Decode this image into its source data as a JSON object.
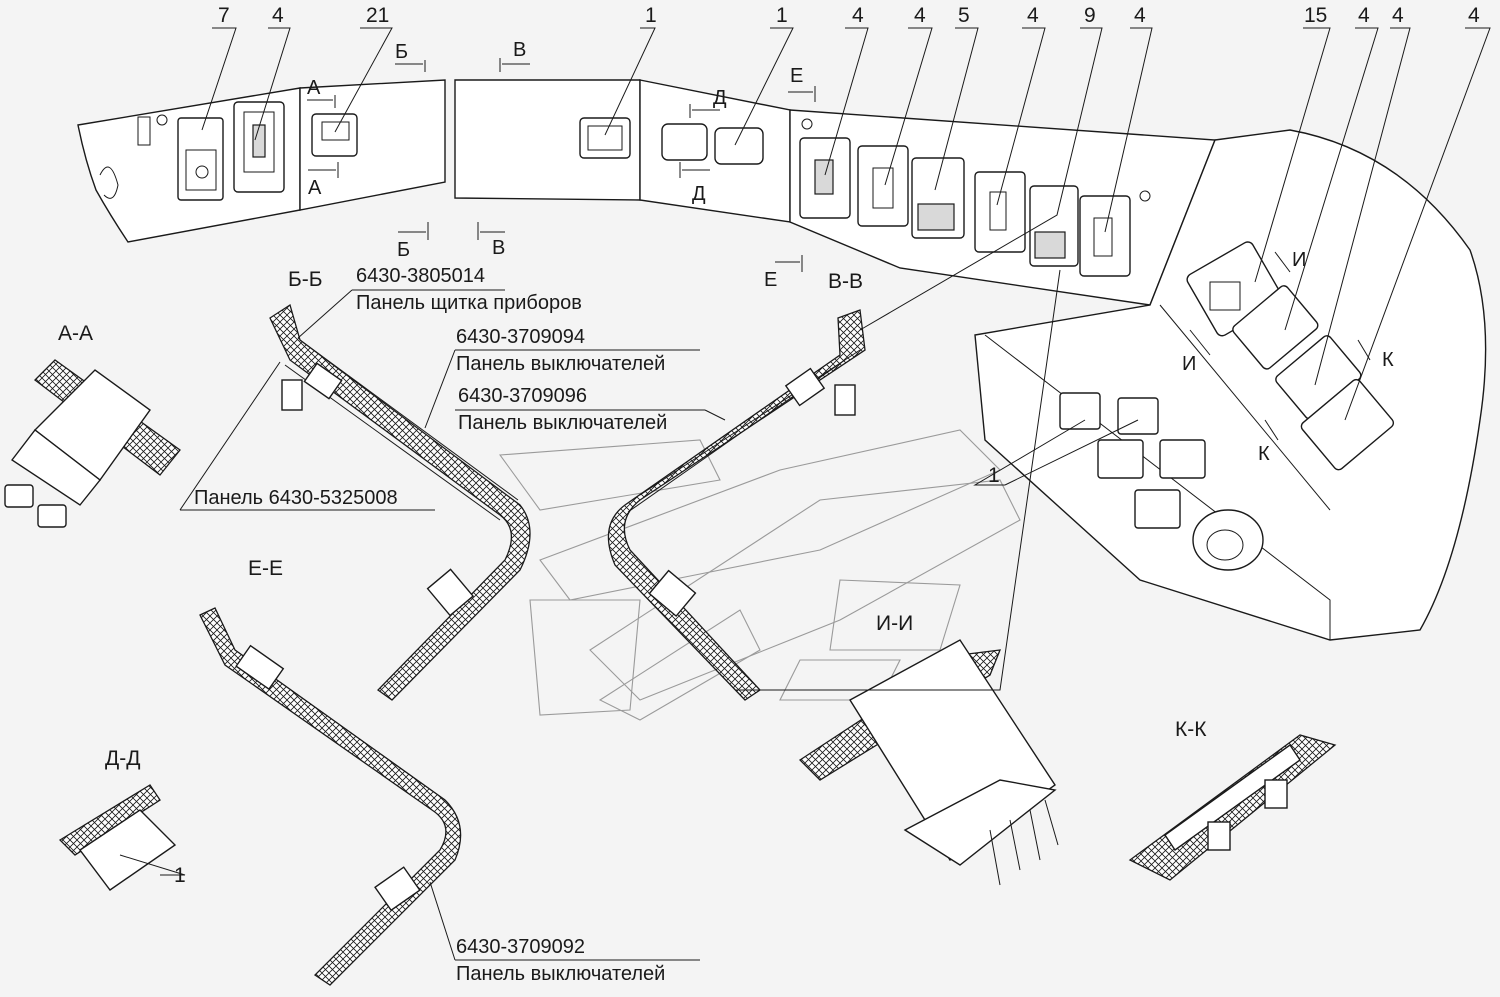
{
  "callouts": {
    "c7": "7",
    "c4a": "4",
    "c21": "21",
    "c1a": "1",
    "c1b": "1",
    "c4b": "4",
    "c4c": "4",
    "c5": "5",
    "c4d": "4",
    "c9": "9",
    "c4e": "4",
    "c15": "15",
    "c4f": "4",
    "c4g": "4",
    "c4h": "4",
    "c1c": "1",
    "c1d": "1"
  },
  "cut_marks": {
    "a_top": "А",
    "a_bot": "А",
    "b_top": "Б",
    "b_bot": "Б",
    "v_top": "В",
    "v_bot": "В",
    "d_top": "Д",
    "d_bot": "Д",
    "e_top": "Е",
    "e_bot": "Е",
    "i_top": "И",
    "i_bot": "И",
    "k_top": "К",
    "k_bot": "К"
  },
  "sections": {
    "aa": "А-А",
    "bb": "Б-Б",
    "vv": "В-В",
    "ee": "Е-Е",
    "dd": "Д-Д",
    "ii": "И-И",
    "kk": "К-К"
  },
  "part_labels": {
    "p1_code": "6430-3805014",
    "p1_name": "Панель щитка приборов",
    "p2_code": "6430-3709094",
    "p2_name": "Панель выключателей",
    "p3_code": "6430-3709096",
    "p3_name": "Панель выключателей",
    "p4": "Панель 6430-5325008",
    "p5_code": "6430-3709092",
    "p5_name": "Панель выключателей"
  },
  "colors": {
    "line": "#1a1a1a",
    "background": "#f4f4f4",
    "fill": "#ffffff",
    "shade": "#d9d9d9"
  }
}
